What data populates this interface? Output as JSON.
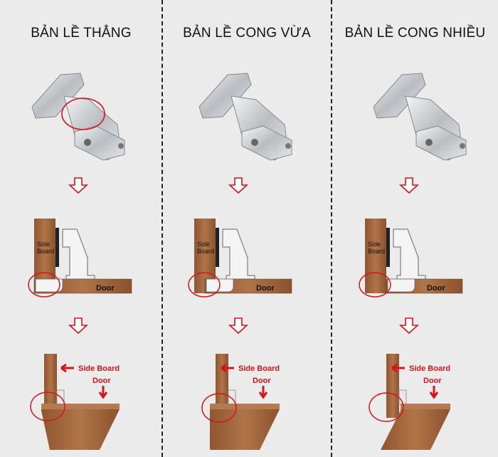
{
  "columns": [
    {
      "title": "BẢN LỀ THẲNG",
      "variant": "full-overlay"
    },
    {
      "title": "BẢN LỀ CONG VỪA",
      "variant": "half-overlay"
    },
    {
      "title": "BẢN LỀ CONG NHIỀU",
      "variant": "inset"
    }
  ],
  "labels": {
    "side_board_top": "Side",
    "side_board_bottom": "Board",
    "door": "Door",
    "side_board_red": "Side Board",
    "door_red": "Door"
  },
  "colors": {
    "background": "#ebebeb",
    "wood": "#a0643a",
    "wood_dark": "#7d4a28",
    "highlight": "#d7141a",
    "metal": "#c9cccf"
  }
}
